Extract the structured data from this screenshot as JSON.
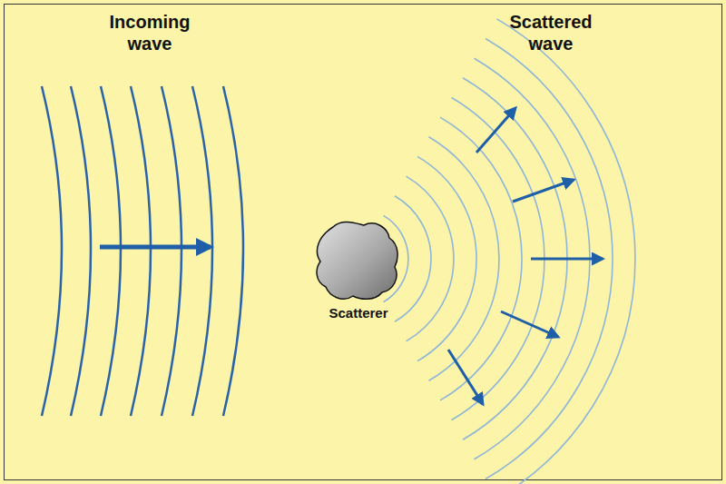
{
  "diagram": {
    "nodes": [
      {
        "text": [
          "Scatterer"
        ]
      }
    ],
    "labels": [
      "Incoming wave",
      "Scattered wave"
    ]
  }
}
